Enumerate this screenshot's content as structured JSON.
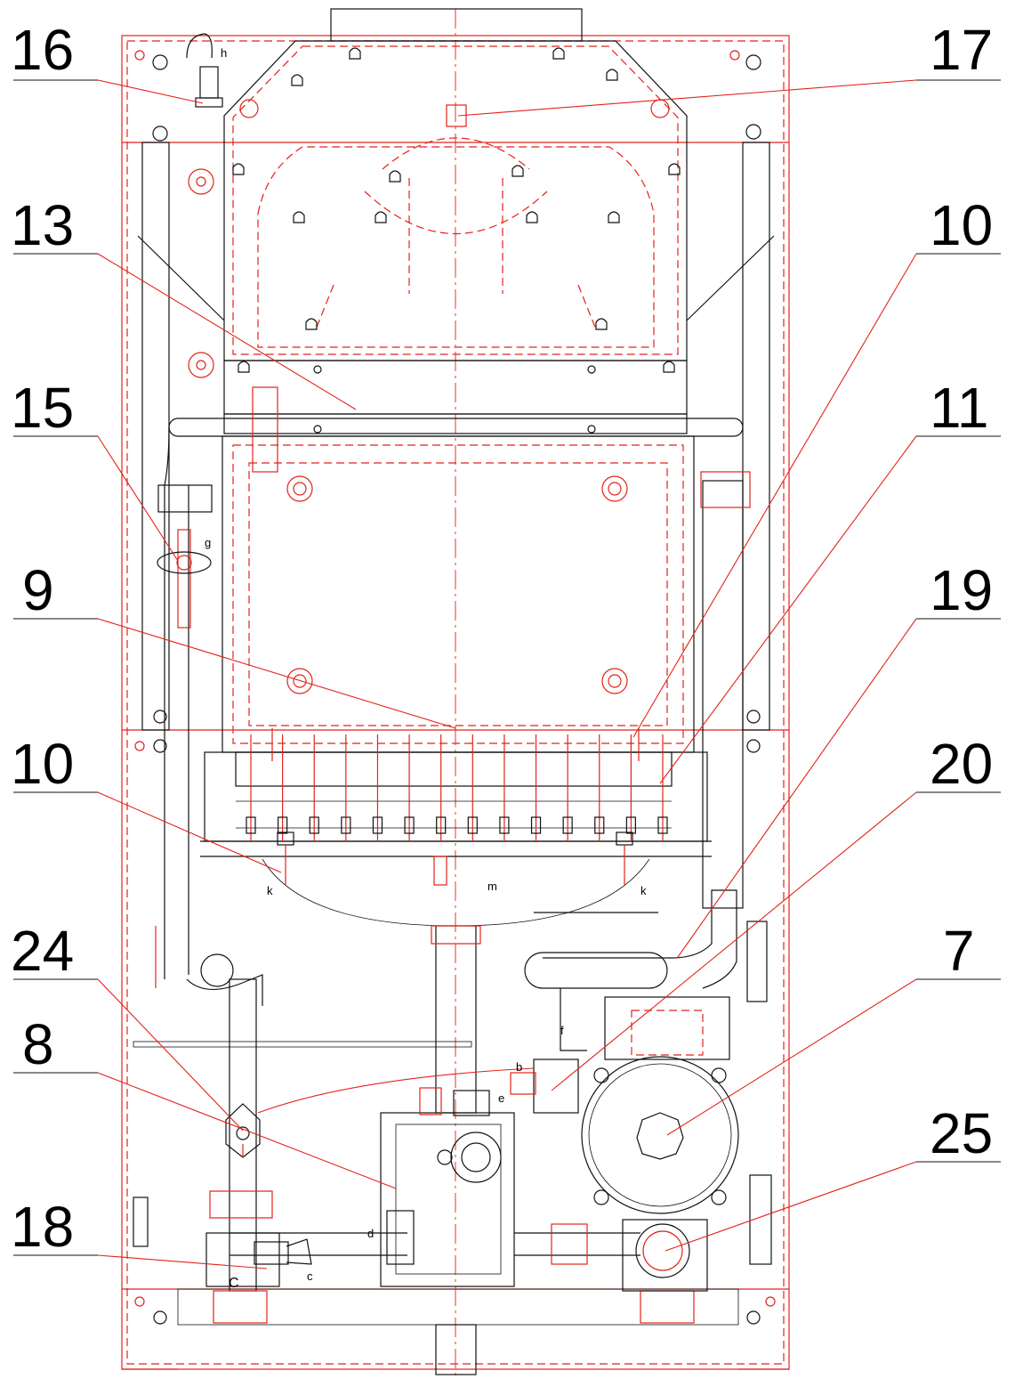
{
  "callouts": [
    {
      "id": "16",
      "label": "16"
    },
    {
      "id": "17",
      "label": "17"
    },
    {
      "id": "13",
      "label": "13"
    },
    {
      "id": "10a",
      "label": "10"
    },
    {
      "id": "15",
      "label": "15"
    },
    {
      "id": "11",
      "label": "11"
    },
    {
      "id": "9",
      "label": "9"
    },
    {
      "id": "19",
      "label": "19"
    },
    {
      "id": "10b",
      "label": "10"
    },
    {
      "id": "20",
      "label": "20"
    },
    {
      "id": "24",
      "label": "24"
    },
    {
      "id": "7",
      "label": "7"
    },
    {
      "id": "8",
      "label": "8"
    },
    {
      "id": "25",
      "label": "25"
    },
    {
      "id": "18",
      "label": "18"
    }
  ],
  "letters": {
    "h": "h",
    "g": "g",
    "k1": "k",
    "k2": "k",
    "m": "m",
    "f": "f",
    "b": "b",
    "e": "e",
    "d": "d",
    "c": "c",
    "C": "C"
  },
  "colors": {
    "line_red": "#e2231a",
    "line_black": "#111111",
    "text": "#000000"
  }
}
